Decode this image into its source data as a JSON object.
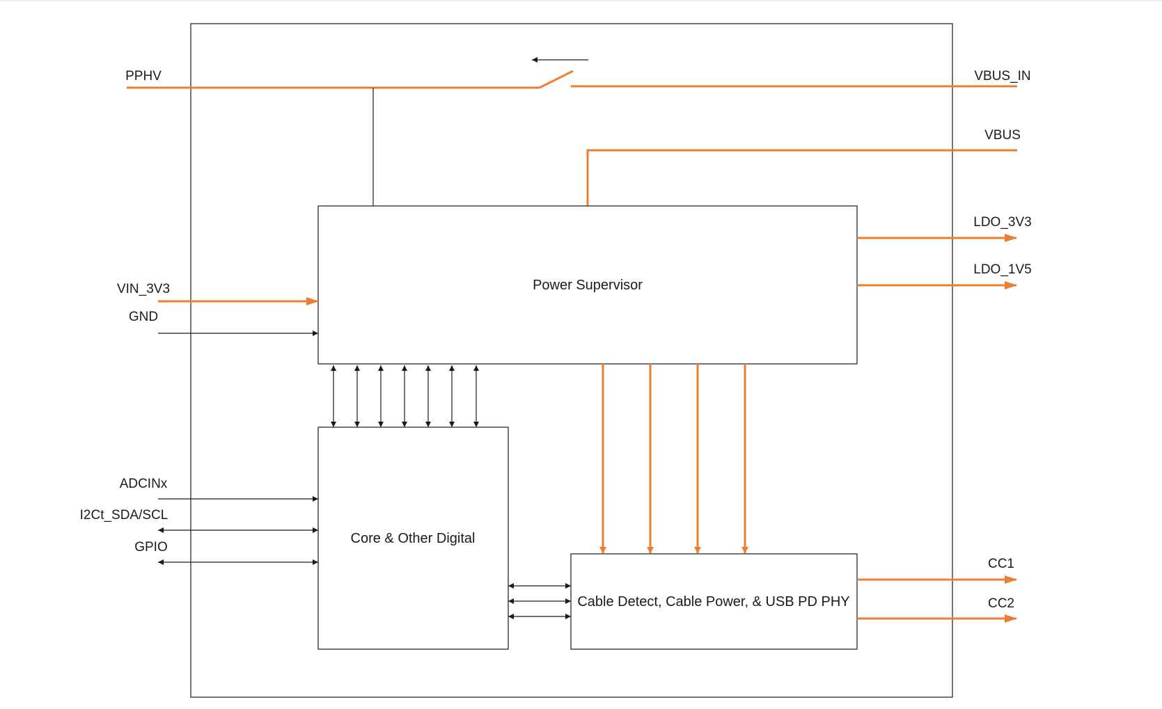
{
  "colors": {
    "power": "#ED7D31",
    "signal": "#1a1a1a",
    "border": "#2a2a2a"
  },
  "blocks": {
    "power_supervisor": "Power Supervisor",
    "core_digital": "Core & Other Digital",
    "cable_phy": "Cable Detect, Cable Power, & USB PD PHY"
  },
  "pins": {
    "pphv": "PPHV",
    "vbus_in": "VBUS_IN",
    "vbus": "VBUS",
    "ldo_3v3": "LDO_3V3",
    "ldo_1v5": "LDO_1V5",
    "vin_3v3": "VIN_3V3",
    "gnd": "GND",
    "adcinx": "ADCINx",
    "i2ct": "I2Ct_SDA/SCL",
    "gpio": "GPIO",
    "cc1": "CC1",
    "cc2": "CC2"
  }
}
